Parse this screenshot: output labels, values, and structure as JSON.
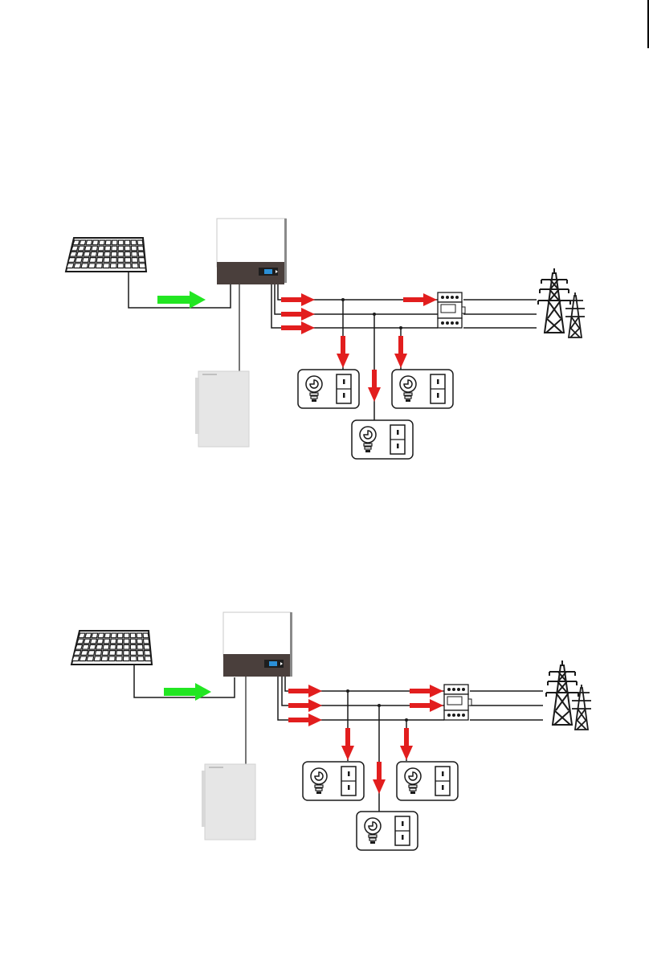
{
  "colors": {
    "line": "#1a1a1a",
    "solar_flow": "#22e622",
    "load_flow": "#e21e1e",
    "inverter_dark": "#4a3f3c",
    "inverter_light": "#ffffff",
    "battery": "#e6e6e6",
    "screen": "#2b8fd6"
  },
  "icons": [
    "solar-panel-icon",
    "inverter-icon",
    "battery-icon",
    "energy-meter-icon",
    "power-grid-tower-icon",
    "load-lightbulb-icon",
    "load-socket-icon"
  ],
  "diagrams": [
    {
      "id": "scenario-1",
      "grid_arrows_to_meter": 1
    },
    {
      "id": "scenario-2",
      "grid_arrows_to_meter": 2
    }
  ]
}
